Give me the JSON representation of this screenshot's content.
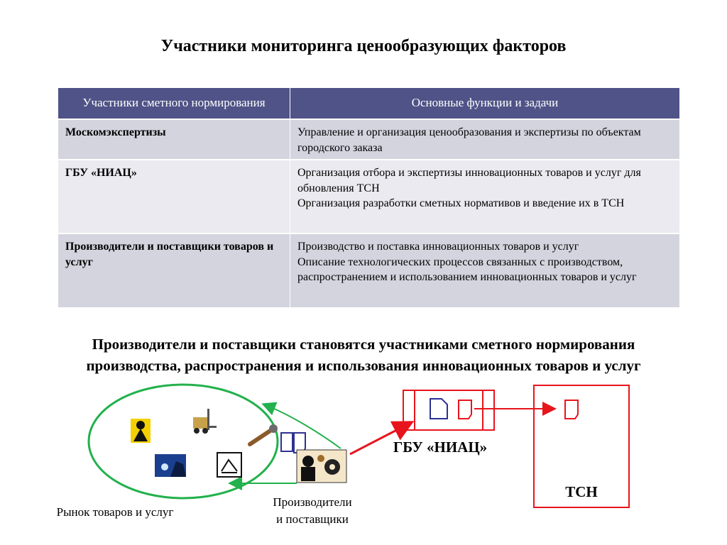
{
  "title": "Участники мониторинга ценообразующих факторов",
  "table": {
    "headers": [
      "Участники сметного нормирования",
      "Основные функции и задачи"
    ],
    "rows": [
      {
        "participant": "Москомэкспертизы",
        "functions": [
          "Управление и организация ценообразования и экспертизы по объектам городского заказа"
        ]
      },
      {
        "participant": "ГБУ «НИАЦ»",
        "functions": [
          "Организация отбора и экспертизы инновационных товаров и услуг для обновления ТСН",
          "Организация разработки сметных нормативов и введение их в ТСН"
        ]
      },
      {
        "participant": "Производители и поставщики товаров и услуг",
        "functions": [
          "Производство и поставка инновационных товаров и услуг",
          "Описание технологических процессов связанных с производством, распространением и использованием инновационных товаров и услуг"
        ]
      }
    ]
  },
  "summary": {
    "line1": "Производители и поставщики становятся участниками сметного нормирования",
    "line2": "производства, распространения и использования инновационных товаров и услуг"
  },
  "diagram": {
    "market_label": "Рынок товаров и услуг",
    "producers_label_1": "Производители",
    "producers_label_2": "и поставщики",
    "niac_label": "ГБУ «НИАЦ»",
    "tsn_label": "ТСН",
    "colors": {
      "green": "#22b14c",
      "red": "#e8141c",
      "navy": "#2e3192"
    }
  }
}
